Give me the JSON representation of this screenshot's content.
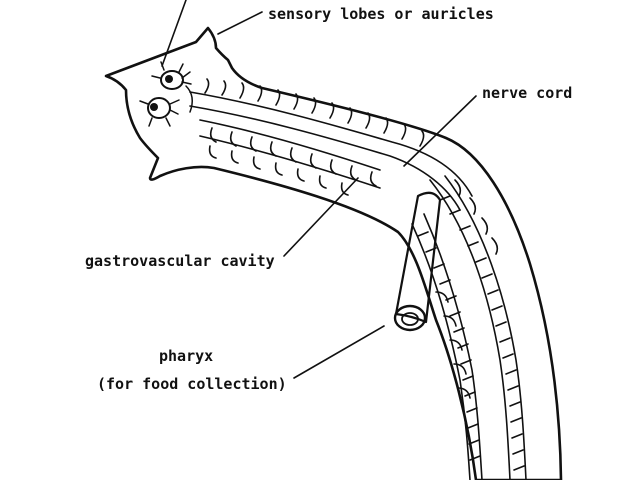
{
  "diagram": {
    "labels": {
      "sensory_lobes": "sensory lobes or auricles",
      "nerve_cord": "nerve cord",
      "gastrovascular_cavity": "gastrovascular cavity",
      "pharynx_line1": "pharyx",
      "pharynx_line2": "(for food collection)"
    },
    "colors": {
      "ink": "#111111",
      "background": "#ffffff"
    }
  }
}
